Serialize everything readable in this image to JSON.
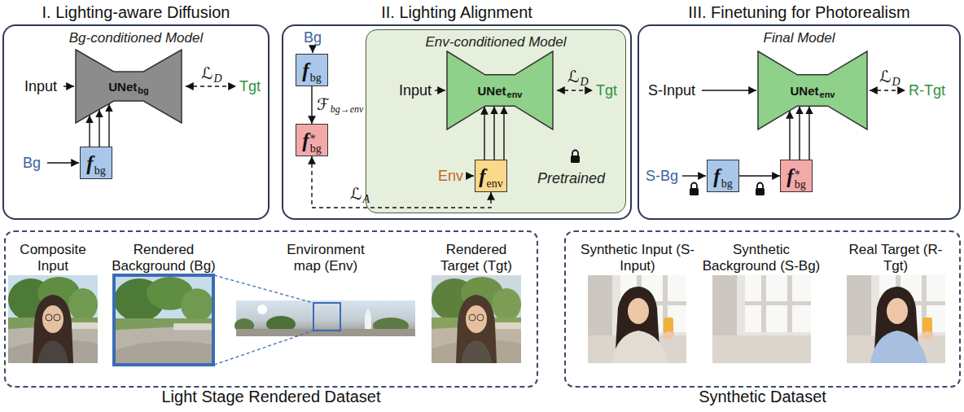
{
  "diagram": {
    "nodes": [
      {
        "text": [
          "I. Lighting-aware Diffusion",
          "Bg-conditioned Model"
        ]
      },
      {
        "text": [
          "UNet",
          "bg"
        ],
        "in": 0
      },
      {
        "text": [
          "f",
          "bg"
        ],
        "in": 0
      },
      {
        "text": [
          "II. Lighting Alignment"
        ]
      },
      {
        "text": [
          "f",
          "bg"
        ],
        "in": 3
      },
      {
        "text": [
          "f",
          "*",
          "bg"
        ],
        "in": 3
      },
      {
        "text": [
          "Env-conditioned Model",
          "Pretrained"
        ],
        "in": 3
      },
      {
        "text": [
          "UNet",
          "env"
        ],
        "in": 6
      },
      {
        "text": [
          "f",
          "env"
        ],
        "in": 6
      },
      {
        "text": [
          "III. Finetuning for Photorealism",
          "Final Model"
        ]
      },
      {
        "text": [
          "UNet",
          "env"
        ],
        "in": 9
      },
      {
        "text": [
          "f",
          "bg"
        ],
        "in": 9
      },
      {
        "text": [
          "f",
          "*",
          "bg"
        ],
        "in": 9
      },
      {
        "text": [
          "Light Stage Rendered Dataset"
        ]
      },
      {
        "text": [
          "Synthetic Dataset"
        ]
      }
    ],
    "edges": [
      {
        "from": 2,
        "to": 1,
        "arrow": "to"
      },
      {
        "from": 4,
        "to": 5,
        "arrow": "to",
        "label": "ℱ"
      },
      {
        "from": 8,
        "to": 5,
        "arrow": "both",
        "label": "ℒ"
      },
      {
        "from": 8,
        "to": 7,
        "arrow": "to"
      },
      {
        "from": 11,
        "to": 12,
        "arrow": "to"
      },
      {
        "from": 12,
        "to": 10,
        "arrow": "to"
      }
    ],
    "labels": [
      "Input",
      "ℒ",
      "D",
      "Tgt",
      "Bg",
      "Bg",
      "bg→env",
      "A",
      "Input",
      "ℒ",
      "D",
      "Tgt",
      "Env",
      "S-Input",
      "ℒ",
      "D",
      "R-Tgt",
      "S-Bg",
      "Composite Input",
      "Rendered Background (Bg)",
      "Environment map (Env)",
      "Rendered Target (Tgt)",
      "Synthetic Input (S-Input)",
      "Synthetic Background (S-Bg)",
      "Real Target (R-Tgt)"
    ]
  }
}
